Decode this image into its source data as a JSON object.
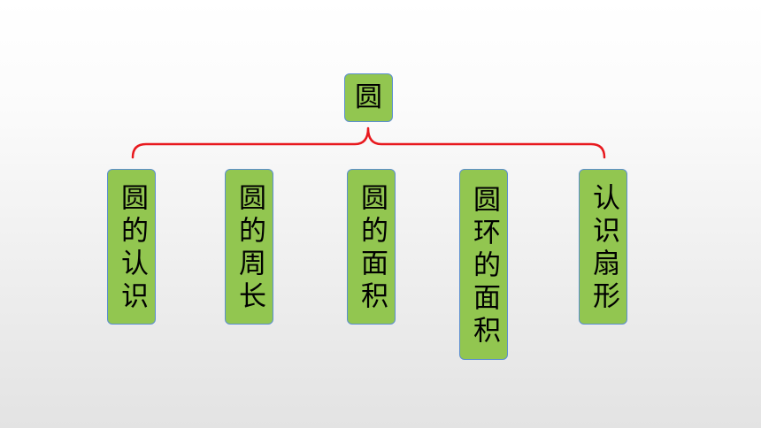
{
  "diagram": {
    "root": {
      "label": "圆"
    },
    "children": [
      {
        "label": "圆的认识"
      },
      {
        "label": "圆的周长"
      },
      {
        "label": "圆的面积"
      },
      {
        "label": "圆环的面积"
      },
      {
        "label": "认识扇形"
      }
    ]
  },
  "colors": {
    "node_fill": "#92c650",
    "node_border": "#5b8ed0",
    "connector": "#e8191e"
  }
}
